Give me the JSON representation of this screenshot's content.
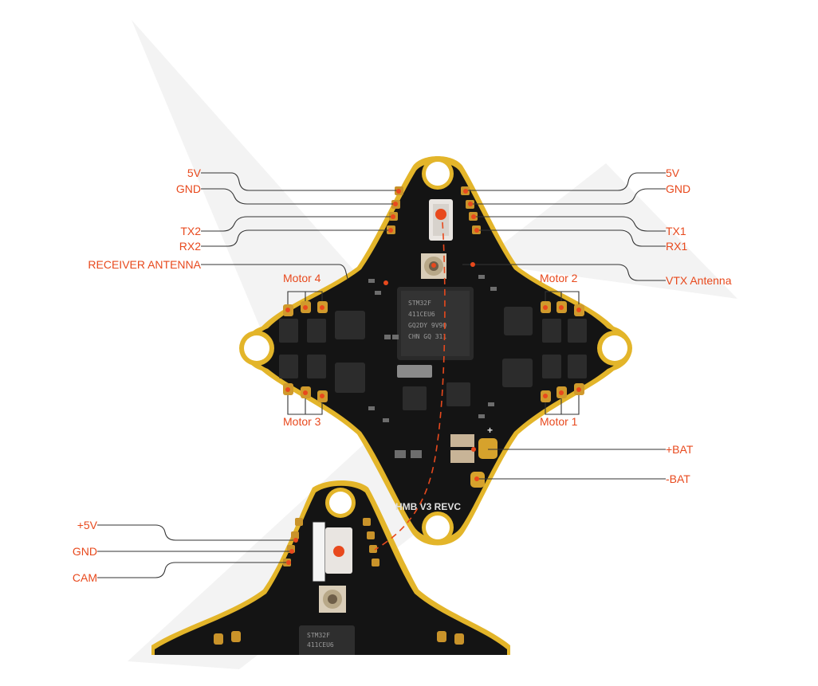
{
  "colors": {
    "accent": "#e8491d",
    "pcb": "#141414",
    "gold": "#e3b52a",
    "leader": "#333333"
  },
  "labels": {
    "left_5v": "5V",
    "left_gnd": "GND",
    "tx2": "TX2",
    "rx2": "RX2",
    "receiver_antenna": "RECEIVER ANTENNA",
    "right_5v": "5V",
    "right_gnd": "GND",
    "tx1": "TX1",
    "rx1": "RX1",
    "vtx_antenna": "VTX Antenna",
    "motor4": "Motor 4",
    "motor2": "Motor 2",
    "motor3": "Motor 3",
    "motor1": "Motor 1",
    "bat_plus": "+BAT",
    "bat_minus": "-BAT",
    "cam_5v": "+5V",
    "cam_gnd": "GND",
    "cam": "CAM"
  },
  "board": {
    "silkscreen": "HMB V3 REVC",
    "mcu_lines": [
      "STM32F",
      "411CEU6",
      "GQ2DY 9V9Q",
      "CHN GQ 311"
    ],
    "bottom_mcu_lines": [
      "STM32F",
      "411CEU6"
    ],
    "plus_mark": "+"
  }
}
